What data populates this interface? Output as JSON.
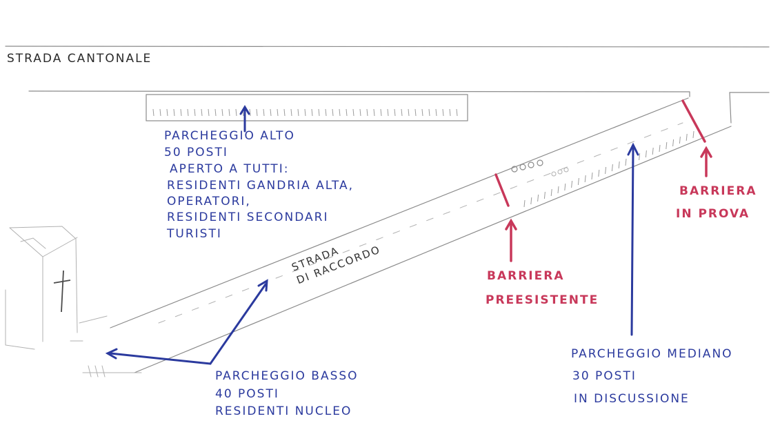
{
  "labels": {
    "strada_cantonale": "STRADA CANTONALE",
    "parcheggio_alto": [
      "PARCHEGGIO ALTO",
      "50 POSTI",
      "APERTO A TUTTI:",
      "RESIDENTI GANDRIA ALTA,",
      "OPERATORI,",
      "RESIDENTI SECONDARI",
      "TURISTI"
    ],
    "strada_raccordo": [
      "STRADA",
      "DI RACCORDO"
    ],
    "parcheggio_basso": [
      "PARCHEGGIO BASSO",
      "40 POSTI",
      "RESIDENTI NUCLEO"
    ],
    "barriera_preesistente": [
      "BARRIERA",
      "PREESISTENTE"
    ],
    "barriera_prova": [
      "BARRIERA",
      "IN PROVA"
    ],
    "parcheggio_mediano": [
      "PARCHEGGIO MEDIANO",
      "30 POSTI",
      "IN DISCUSSIONE"
    ]
  },
  "colors": {
    "pencil": "#8a8a8a",
    "blue_ink": "#2b3a9e",
    "red_ink": "#c8385a"
  }
}
